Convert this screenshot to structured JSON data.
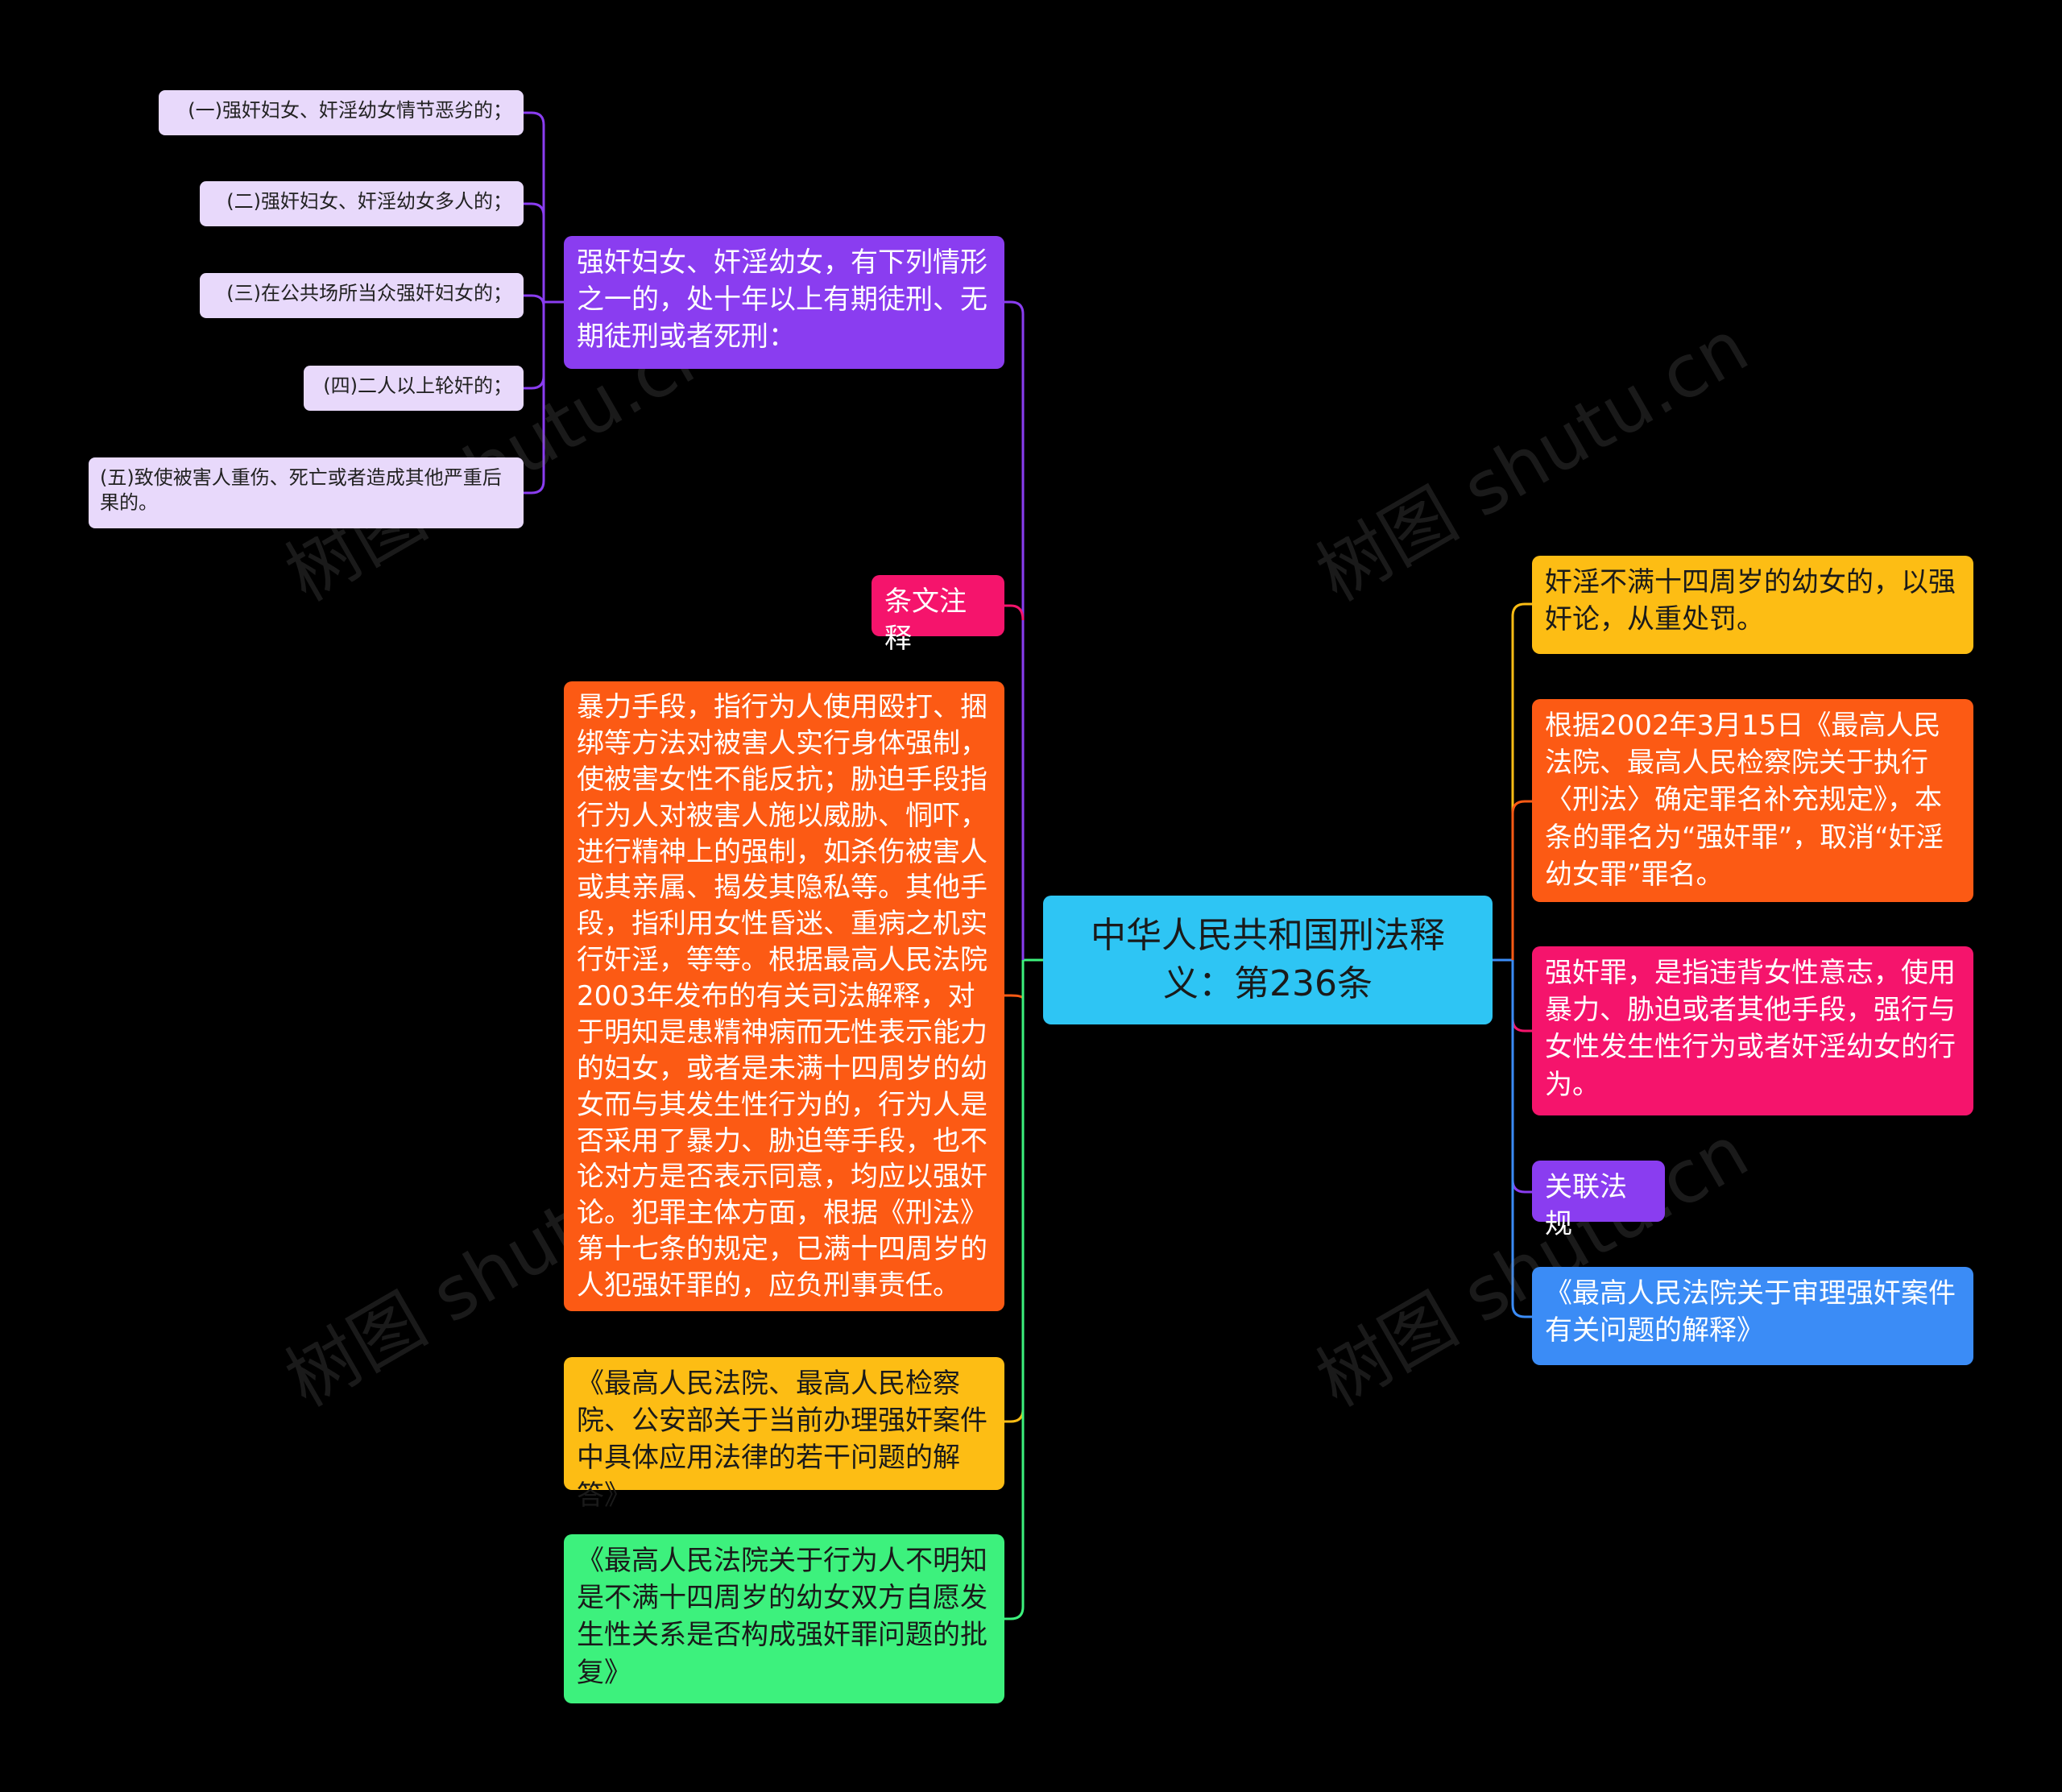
{
  "root": {
    "label": "中华人民共和国刑法释义：第236条"
  },
  "left": {
    "article": {
      "text": "强奸妇女、奸淫幼女，有下列情形之一的，处十年以上有期徒刑、无期徒刑或者死刑：",
      "items": [
        "(一)强奸妇女、奸淫幼女情节恶劣的；",
        "(二)强奸妇女、奸淫幼女多人的；",
        "(三)在公共场所当众强奸妇女的；",
        "(四)二人以上轮奸的；",
        "(五)致使被害人重伤、死亡或者造成其他严重后果的。"
      ]
    },
    "annotation_title": "条文注释",
    "explanation": "暴力手段，指行为人使用殴打、捆绑等方法对被害人实行身体强制，使被害女性不能反抗；胁迫手段指行为人对被害人施以威胁、恫吓，进行精神上的强制，如杀伤被害人或其亲属、揭发其隐私等。其他手段，指利用女性昏迷、重病之机实行奸淫，等等。根据最高人民法院2003年发布的有关司法解释，对于明知是患精神病而无性表示能力的妇女，或者是未满十四周岁的幼女而与其发生性行为的，行为人是否采用了暴力、胁迫等手段，也不论对方是否表示同意，均应以强奸论。犯罪主体方面，根据《刑法》第十七条的规定，已满十四周岁的人犯强奸罪的，应负刑事责任。",
    "answer": "《最高人民法院、最高人民检察院、公安部关于当前办理强奸案件中具体应用法律的若干问题的解答》",
    "reply": "《最高人民法院关于行为人不明知是不满十四周岁的幼女双方自愿发生性关系是否构成强奸罪问题的批复》"
  },
  "right": {
    "child_rule": "奸淫不满十四周岁的幼女的，以强奸论，从重处罚。",
    "crime_name": "根据2002年3月15日《最高人民法院、最高人民检察院关于执行〈刑法〉确定罪名补充规定》，本条的罪名为“强奸罪”，取消“奸淫幼女罪”罪名。",
    "definition": "强奸罪，是指违背女性意志，使用暴力、胁迫或者其他手段，强行与女性发生性行为或者奸淫幼女的行为。",
    "related_title": "关联法规",
    "interpretation": "《最高人民法院关于审理强奸案件有关问题的解释》"
  },
  "watermark": "树图 shutu.cn",
  "colors": {
    "root": "#2ec5f4",
    "purple": "#8a3df0",
    "pink": "#f5146c",
    "orange": "#fc5a14",
    "yellow": "#fdbd14",
    "green": "#3df17d",
    "blue": "#3b8cf6",
    "sub_item": "#e8d9fb"
  }
}
